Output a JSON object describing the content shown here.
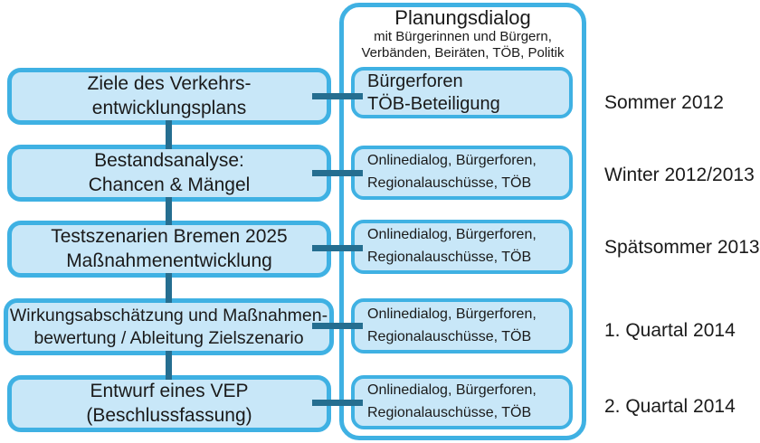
{
  "palette": {
    "box_fill": "#c8e7f8",
    "box_border": "#3fb1e3",
    "connector": "#256e90",
    "background": "#ffffff",
    "text": "#1a1a1a"
  },
  "dialog": {
    "title": "Planungsdialog",
    "subtitle": "mit Bürgerinnen und Bürgern, Verbänden, Beiräten, TÖB, Politik"
  },
  "rows": [
    {
      "stage": "Ziele des Verkehrs-\nentwicklungsplans",
      "participation": "Bürgerforen\nTÖB-Beteiligung",
      "time": "Sommer 2012"
    },
    {
      "stage": "Bestandsanalyse:\nChancen & Mängel",
      "participation": "Onlinedialog, Bürgerforen,\nRegionalauschüsse, TÖB",
      "time": "Winter 2012/2013"
    },
    {
      "stage": "Testszenarien Bremen 2025\nMaßnahmenentwicklung",
      "participation": "Onlinedialog, Bürgerforen,\nRegionalauschüsse, TÖB",
      "time": "Spätsommer 2013"
    },
    {
      "stage": "Wirkungsabschätzung und Maßnahmen-\nbewertung / Ableitung Zielszenario",
      "participation": "Onlinedialog, Bürgerforen,\nRegionalauschüsse, TÖB",
      "time": "1. Quartal 2014"
    },
    {
      "stage": "Entwurf eines VEP\n(Beschlussfassung)",
      "participation": "Onlinedialog, Bürgerforen,\nRegionalauschüsse, TÖB",
      "time": "2. Quartal 2014"
    }
  ]
}
